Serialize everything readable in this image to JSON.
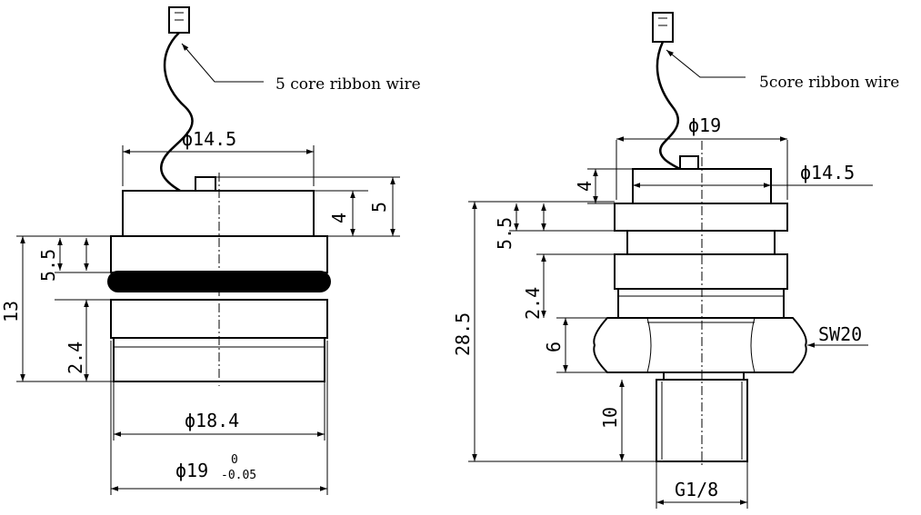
{
  "left_view": {
    "wire_label": "5 core ribbon wire",
    "dim_phi_14_5": "ϕ14.5",
    "dim_4": "4",
    "dim_5": "5",
    "dim_5_5": "5.5",
    "dim_13": "13",
    "dim_2_4": "2.4",
    "dim_phi_18_4": "ϕ18.4",
    "dim_phi_19": "ϕ19",
    "tol_upper": "0",
    "tol_lower": "-0.05"
  },
  "right_view": {
    "wire_label": "5core ribbon wire",
    "dim_phi_19": "ϕ19",
    "dim_phi_14_5": "ϕ14.5",
    "dim_4": "4",
    "dim_5_5": "5.5",
    "dim_2_4": "2.4",
    "dim_6": "6",
    "dim_28_5": "28.5",
    "dim_10": "10",
    "hex_label": "SW20",
    "thread_label": "G1/8"
  }
}
